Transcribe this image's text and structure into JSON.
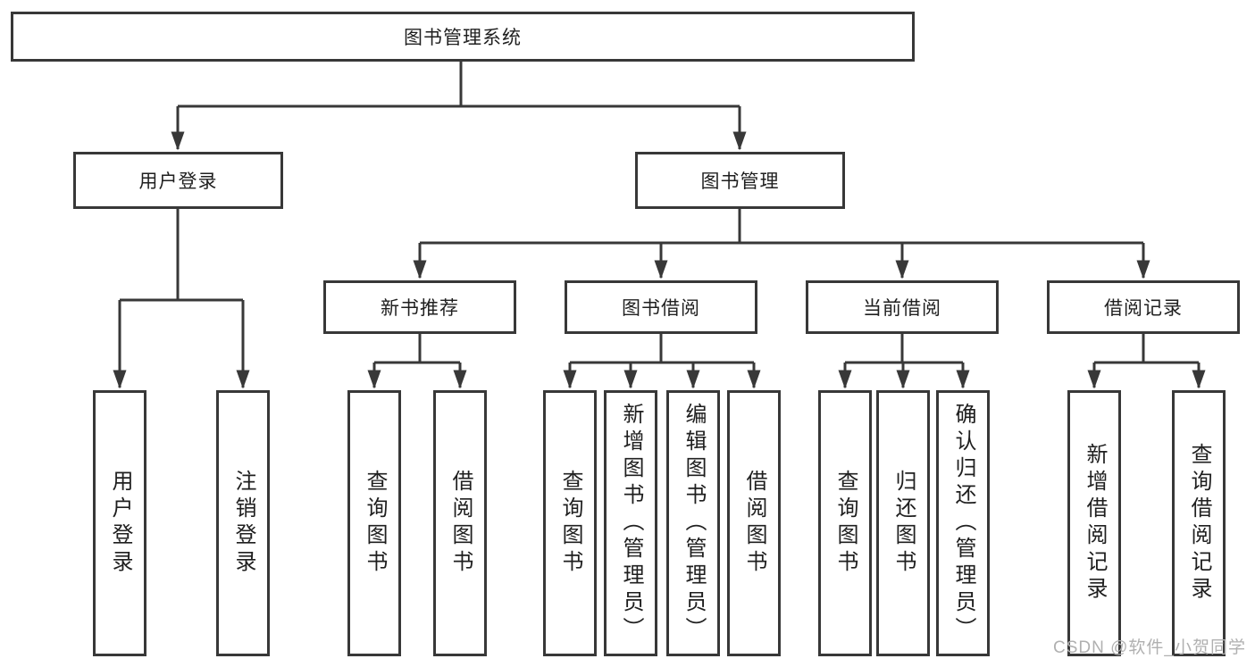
{
  "tree": {
    "label": "图书管理系统",
    "children": [
      {
        "label": "用户登录",
        "children": [
          {
            "label": "用户登录"
          },
          {
            "label": "注销登录"
          }
        ]
      },
      {
        "label": "图书管理",
        "children": [
          {
            "label": "新书推荐",
            "children": [
              {
                "label": "查询图书"
              },
              {
                "label": "借阅图书"
              }
            ]
          },
          {
            "label": "图书借阅",
            "children": [
              {
                "label": "查询图书"
              },
              {
                "label": "新增图书（管理员）"
              },
              {
                "label": "编辑图书（管理员）"
              },
              {
                "label": "借阅图书"
              }
            ]
          },
          {
            "label": "当前借阅",
            "children": [
              {
                "label": "查询图书"
              },
              {
                "label": "归还图书"
              },
              {
                "label": "确认归还（管理员）"
              }
            ]
          },
          {
            "label": "借阅记录",
            "children": [
              {
                "label": "新增借阅记录"
              },
              {
                "label": "查询借阅记录"
              }
            ]
          }
        ]
      }
    ]
  },
  "watermark": {
    "text": "CSDN @软件_小贺同学"
  },
  "colors": {
    "line": "#383838",
    "box_border": "#383838",
    "box_background": "#ffffff",
    "text": "#1f1f1f",
    "watermark": "#b0b0b0",
    "background": "#ffffff"
  }
}
